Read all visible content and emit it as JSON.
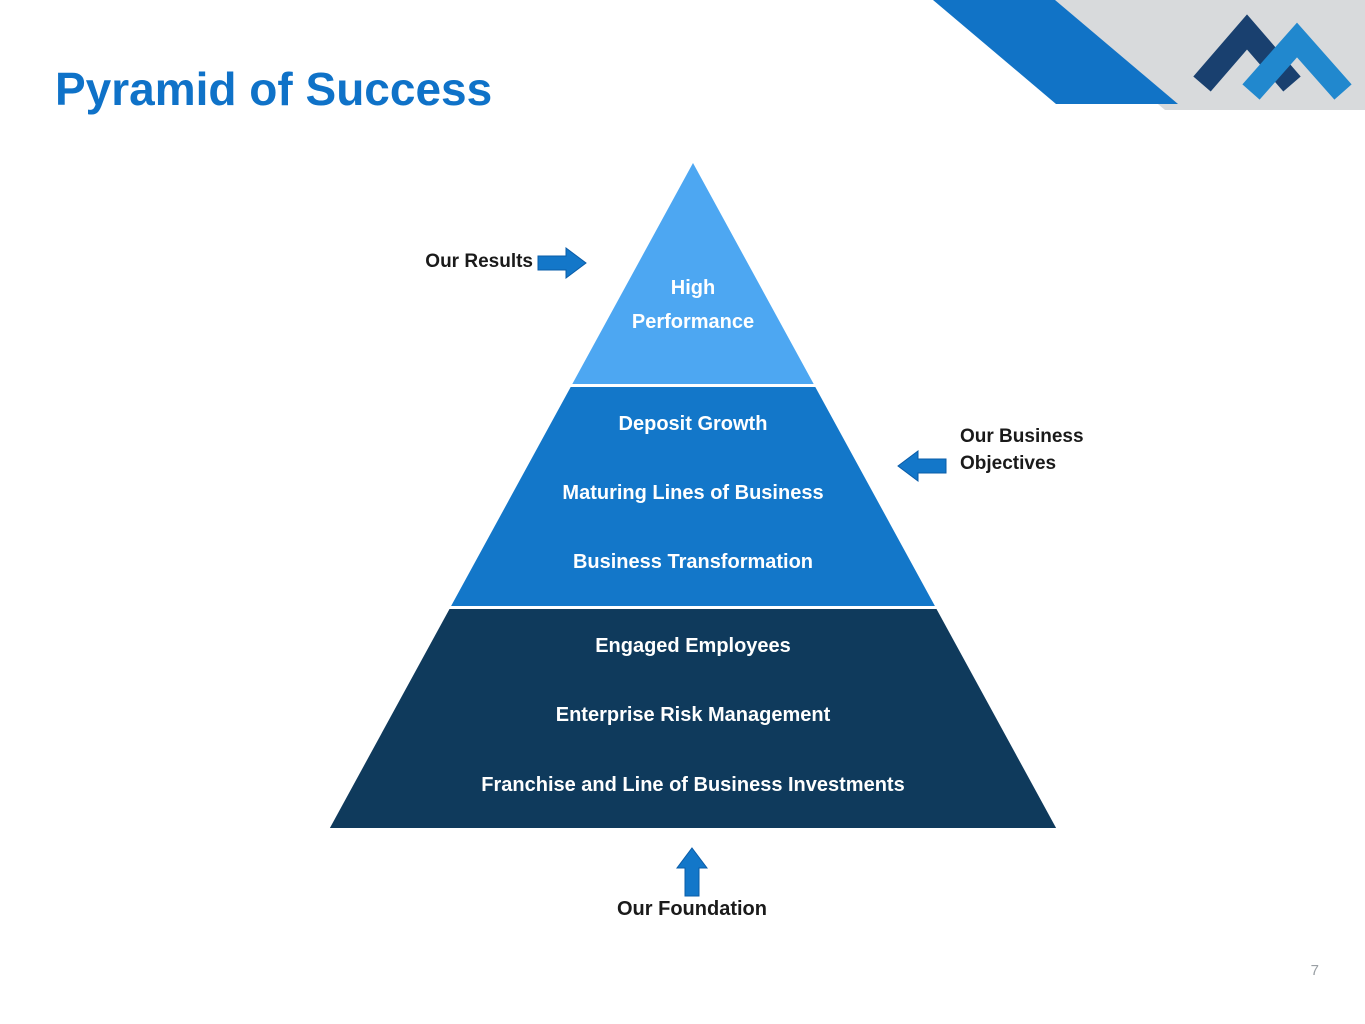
{
  "slide": {
    "title": "Pyramid of Success",
    "page_number": "7"
  },
  "pyramid": {
    "tiers": [
      {
        "id": "results",
        "color": "#4DA7F2",
        "lines": [
          "High",
          "Performance"
        ]
      },
      {
        "id": "objectives",
        "color": "#1377C9",
        "lines": [
          "Deposit Growth",
          "Maturing Lines of Business",
          "Business Transformation"
        ]
      },
      {
        "id": "foundation",
        "color": "#0F3A5C",
        "lines": [
          "Engaged Employees",
          "Enterprise Risk Management",
          "Franchise and Line of Business Investments"
        ]
      }
    ]
  },
  "annotations": {
    "results_label": "Our Results",
    "objectives_label": "Our Business Objectives",
    "foundation_label": "Our Foundation"
  },
  "icons": {
    "results_arrow": "arrow-right-icon",
    "objectives_arrow": "arrow-left-icon",
    "foundation_arrow": "arrow-up-icon",
    "logo": "double-chevron-logo"
  },
  "colors": {
    "title": "#0F72C8",
    "arrow": "#1377C9",
    "decor_gray": "#D8DADC",
    "decor_blue": "#1173C6",
    "logo_dark": "#19406F",
    "logo_light": "#2188CE",
    "label_text": "#1A1A1A"
  }
}
